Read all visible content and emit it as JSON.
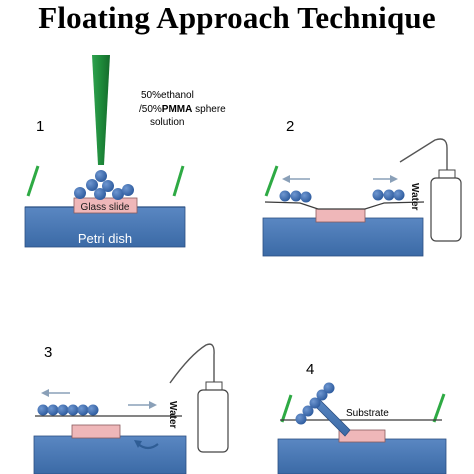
{
  "title": "Floating Approach Technique",
  "steps": [
    {
      "number": "1",
      "labels": {
        "solution_line1": "50%ethanol",
        "solution_line2_prefix": "/50%",
        "solution_line2_bold": "PMMA",
        "solution_line2_suffix": " sphere",
        "solution_line3": "solution",
        "glass_slide": "Glass slide",
        "petri_dish": "Petri dish"
      }
    },
    {
      "number": "2",
      "labels": {
        "water": "Water"
      }
    },
    {
      "number": "3",
      "labels": {
        "water": "Water"
      }
    },
    {
      "number": "4",
      "labels": {
        "substrate": "Substrate"
      }
    }
  ],
  "colors": {
    "dish_blue": "#4a79b6",
    "dish_dark": "#2f5d95",
    "sphere_blue": "#3e6db2",
    "slide_pink": "#efb7b9",
    "pipette_green": "#1e8a3a",
    "arrow_gray": "#8aa0b8",
    "wall_green": "#2eaa44"
  }
}
